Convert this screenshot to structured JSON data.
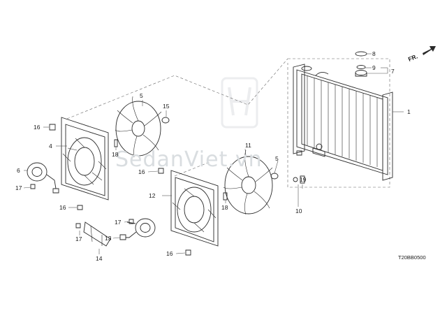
{
  "callouts": {
    "c1": "1",
    "c4": "4",
    "c5a": "5",
    "c5b": "5",
    "c6": "6",
    "c7": "7",
    "c8": "8",
    "c9": "9",
    "c10": "10",
    "c11": "11",
    "c12": "12",
    "c13": "13",
    "c14": "14",
    "c15": "15",
    "c16a": "16",
    "c16b": "16",
    "c16c": "16",
    "c16d": "16",
    "c17a": "17",
    "c17b": "17",
    "c17c": "17",
    "c18a": "18",
    "c18b": "18",
    "c19": "19"
  },
  "front_indicator": "FR.",
  "diagram_code": "T20BB0500",
  "watermark": "SedanViet.vn",
  "icons": {
    "front_arrow": "front-arrow-icon",
    "watermark_logo": "brand-logo-watermark"
  }
}
